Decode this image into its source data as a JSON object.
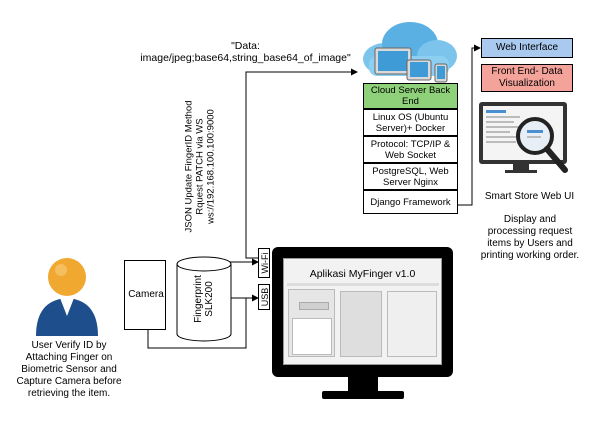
{
  "data_uri_label": "\"Data:\nimage/jpeg;base64,string_base64_of_image\"",
  "json_label": "JSON Update FingerID Method\nRquest PATCH via WS\nws://192.168.100.100:9000",
  "cloud_stack": [
    "Cloud Server Back End",
    "Linux OS (Ubuntu Server)+ Docker",
    "Protocol: TCP/IP & Web Socket",
    "PostgreSQL, Web Server Nginx",
    "Django Framework"
  ],
  "web_interface_label": "Web Interface",
  "frontend_label": "Front End- Data Visualization",
  "smart_store_title": "Smart Store Web UI",
  "smart_store_desc": "Display and processing request items by Users and printing working order.",
  "camera_label": "Camera",
  "fingerprint_label": "Fingerprint\nSLK200",
  "wifi_label": "Wi-Fi",
  "usb_label": "USB",
  "app_title": "Aplikasi MyFinger v1.0",
  "user_caption": "User Verify ID by Attaching Finger on Biometric Sensor and Capture Camera before retrieving the item.",
  "colors": {
    "cloud_header": "#8fd17a",
    "web_interface": "#a9c9ee",
    "frontend": "#f4a39a",
    "user_head": "#f0a830",
    "user_body": "#1f4e8c"
  }
}
